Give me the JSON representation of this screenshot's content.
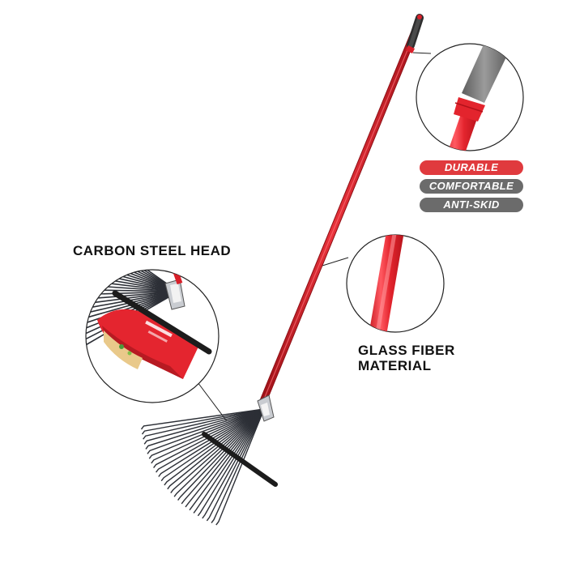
{
  "callouts": {
    "head_title": "CARBON STEEL HEAD",
    "fiber_title_line1": "GLASS FIBER",
    "fiber_title_line2": "MATERIAL"
  },
  "badges": [
    {
      "label": "DURABLE",
      "color": "#e03a3e"
    },
    {
      "label": "COMFORTABLE",
      "color": "#6b6b6b"
    },
    {
      "label": "ANTI-SKID",
      "color": "#6b6b6b"
    }
  ],
  "colors": {
    "handle_red": "#d8202a",
    "grip_gray": "#7a7a7a",
    "tine_steel": "#2c2f36",
    "background": "#ffffff"
  },
  "icons": [
    "rake-illustration",
    "grip-zoom-illustration",
    "head-zoom-illustration",
    "shaft-zoom-illustration"
  ]
}
